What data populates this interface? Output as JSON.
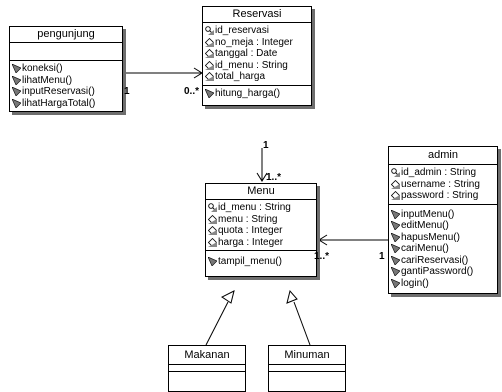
{
  "classes": {
    "pengunjung": {
      "name": "pengunjung",
      "operations": [
        "koneksi()",
        "lihatMenu()",
        "inputReservasi()",
        "lihatHargaTotal()"
      ]
    },
    "reservasi": {
      "name": "Reservasi",
      "attributes": [
        "id_reservasi",
        "no_meja : Integer",
        "tanggal : Date",
        "id_menu : String",
        "total_harga"
      ],
      "operations": [
        "hitung_harga()"
      ]
    },
    "menu": {
      "name": "Menu",
      "attributes": [
        "id_menu : String",
        "menu : String",
        "quota : Integer",
        "harga : Integer"
      ],
      "operations": [
        "tampil_menu()"
      ]
    },
    "admin": {
      "name": "admin",
      "attributes": [
        "id_admin : String",
        "username : String",
        "password : String"
      ],
      "operations": [
        "inputMenu()",
        "editMenu()",
        "hapusMenu()",
        "cariMenu()",
        "cariReservasi()",
        "gantiPassword()",
        "login()"
      ]
    },
    "makanan": {
      "name": "Makanan"
    },
    "minuman": {
      "name": "Minuman"
    }
  },
  "multiplicities": {
    "pengunjung_reservasi_source": "1",
    "pengunjung_reservasi_target": "0..*",
    "reservasi_menu_source": "1",
    "reservasi_menu_target": "1..*",
    "admin_menu_source": "1",
    "admin_menu_target": "1..*"
  }
}
